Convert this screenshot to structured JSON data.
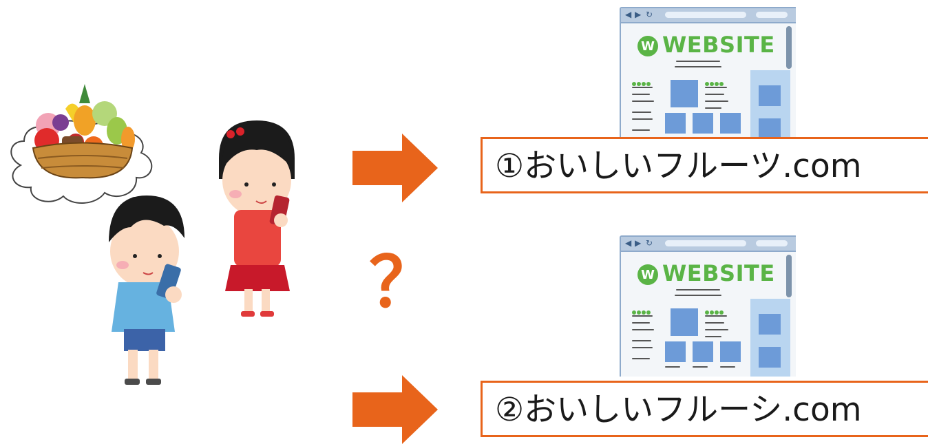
{
  "websites": [
    {
      "title": "WEBSITE",
      "logo_letter": "W"
    },
    {
      "title": "WEBSITE",
      "logo_letter": "W"
    }
  ],
  "domains": [
    {
      "text": "①おいしいフルーツ.com"
    },
    {
      "text": "②おいしいフルーシ.com"
    }
  ],
  "question_mark": "？",
  "colors": {
    "accent": "#e8641b",
    "website_green": "#5ab446",
    "website_blue": "#6d9bd8"
  },
  "icons": [
    "fruit-basket-icon",
    "thought-cloud-icon",
    "boy-with-phone-icon",
    "girl-with-phone-icon",
    "right-arrow-icon"
  ]
}
